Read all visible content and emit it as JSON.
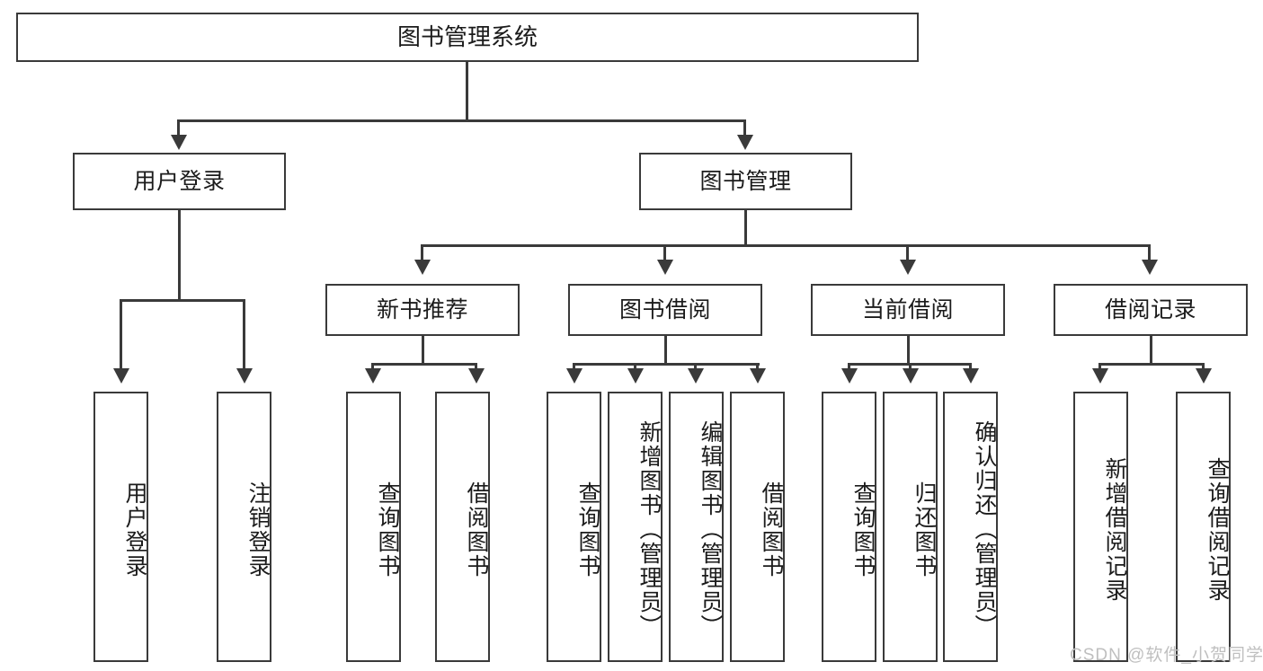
{
  "diagram": {
    "title": "图书管理系统",
    "type": "tree-hierarchy-diagram",
    "root": {
      "label": "图书管理系统"
    },
    "level2": [
      {
        "label": "用户登录"
      },
      {
        "label": "图书管理"
      }
    ],
    "level3": [
      {
        "label": "新书推荐"
      },
      {
        "label": "图书借阅"
      },
      {
        "label": "当前借阅"
      },
      {
        "label": "借阅记录"
      }
    ],
    "leaves": {
      "user_login": [
        {
          "label": "用户登录"
        },
        {
          "label": "注销登录"
        }
      ],
      "new_book_recommend": [
        {
          "label": "查询图书"
        },
        {
          "label": "借阅图书"
        }
      ],
      "book_borrow": [
        {
          "label": "查询图书"
        },
        {
          "label": "新增图书（管理员）"
        },
        {
          "label": "编辑图书（管理员）"
        },
        {
          "label": "借阅图书"
        }
      ],
      "current_borrow": [
        {
          "label": "查询图书"
        },
        {
          "label": "归还图书"
        },
        {
          "label": "确认归还（管理员）"
        }
      ],
      "borrow_record": [
        {
          "label": "新增借阅记录"
        },
        {
          "label": "查询借阅记录"
        }
      ]
    }
  },
  "watermark": {
    "text": "CSDN @软件_小贺同学"
  },
  "colors": {
    "stroke": "#3a3a3a",
    "fill": "#ffffff",
    "text": "#1b1b1b",
    "watermark": "#bfbfbf"
  }
}
